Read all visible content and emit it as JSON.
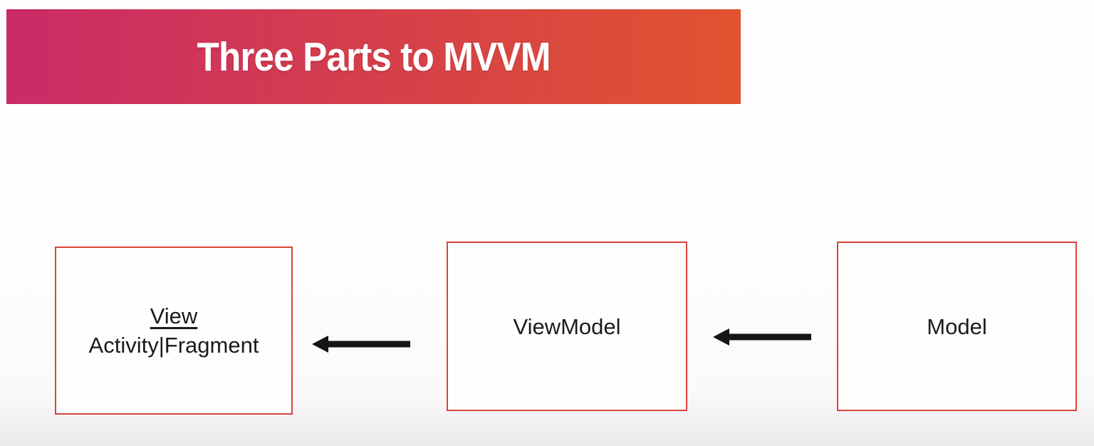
{
  "banner": {
    "title": "Three Parts to MVVM"
  },
  "diagram": {
    "boxes": {
      "view": {
        "title": "View",
        "subtitle": "Activity|Fragment"
      },
      "viewmodel": {
        "label": "ViewModel"
      },
      "model": {
        "label": "Model"
      }
    },
    "arrows": [
      {
        "name": "viewmodel-to-view",
        "direction": "left"
      },
      {
        "name": "model-to-viewmodel",
        "direction": "left"
      }
    ]
  },
  "colors": {
    "banner_gradient_start": "#c92b67",
    "banner_gradient_end": "#e0532f",
    "title_text": "#ffffff",
    "box_border": "#d8453a",
    "box_text": "#1b1b1b",
    "arrow": "#151515"
  }
}
